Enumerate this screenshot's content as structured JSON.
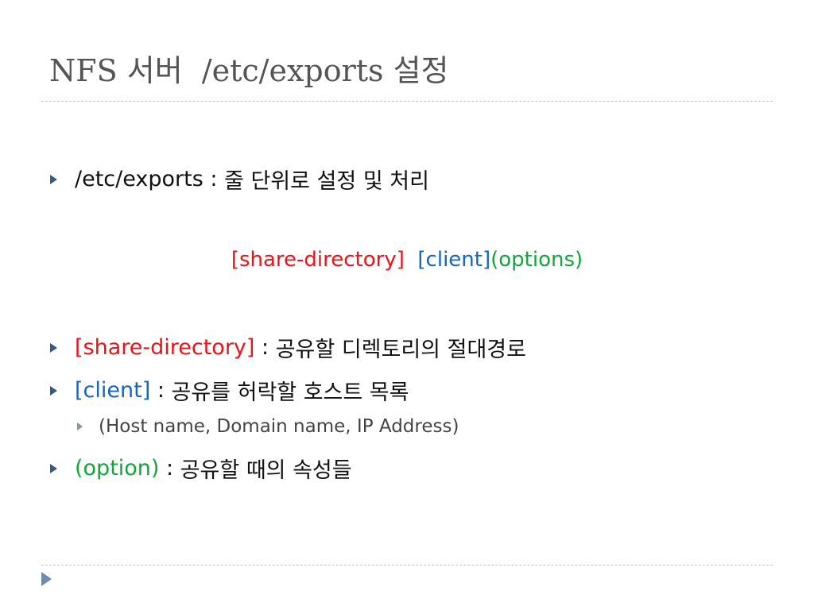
{
  "title": "NFS 서버  /etc/exports 설정",
  "syntax": {
    "share": "[share-directory]",
    "client": "[client]",
    "options": "(options)"
  },
  "bullets": [
    {
      "prefix": "/etc/exports",
      "sep": " : ",
      "text": "줄 단위로 설정 및 처리"
    },
    {
      "key": "[share-directory]",
      "sep": " : ",
      "text": "공유할 디렉토리의 절대경로"
    },
    {
      "key": "[client]",
      "sep": " : ",
      "text": "공유를 허락할 호스트 목록"
    },
    {
      "text": "(Host name, Domain name, IP Address)"
    },
    {
      "key": "(option)",
      "sep": " : ",
      "text": "공유할 때의 속성들"
    }
  ],
  "colors": {
    "share": "#e8141a",
    "client": "#1565c0",
    "options": "#12a63c",
    "bullet": "#355c7d"
  },
  "icons": {
    "bullet": "triangle-bullet-icon",
    "nav": "play-arrow-icon"
  }
}
